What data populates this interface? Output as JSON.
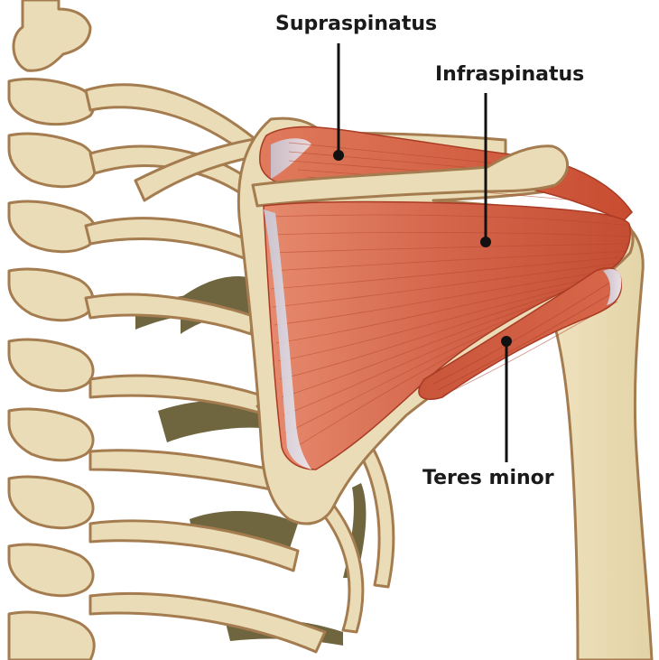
{
  "labels": {
    "supraspinatus": "Supraspinatus",
    "infraspinatus": "Infraspinatus",
    "teres_minor": "Teres minor"
  },
  "colors": {
    "bone": "#e9dcb6",
    "bone_outline": "#a47c4f",
    "bone_shadow": "#6f6640",
    "muscle": "#cf5a3d",
    "muscle_light": "#e07f63",
    "muscle_dark": "#a93b25",
    "fascia": "#dcdce8",
    "leader_line": "#111111"
  }
}
